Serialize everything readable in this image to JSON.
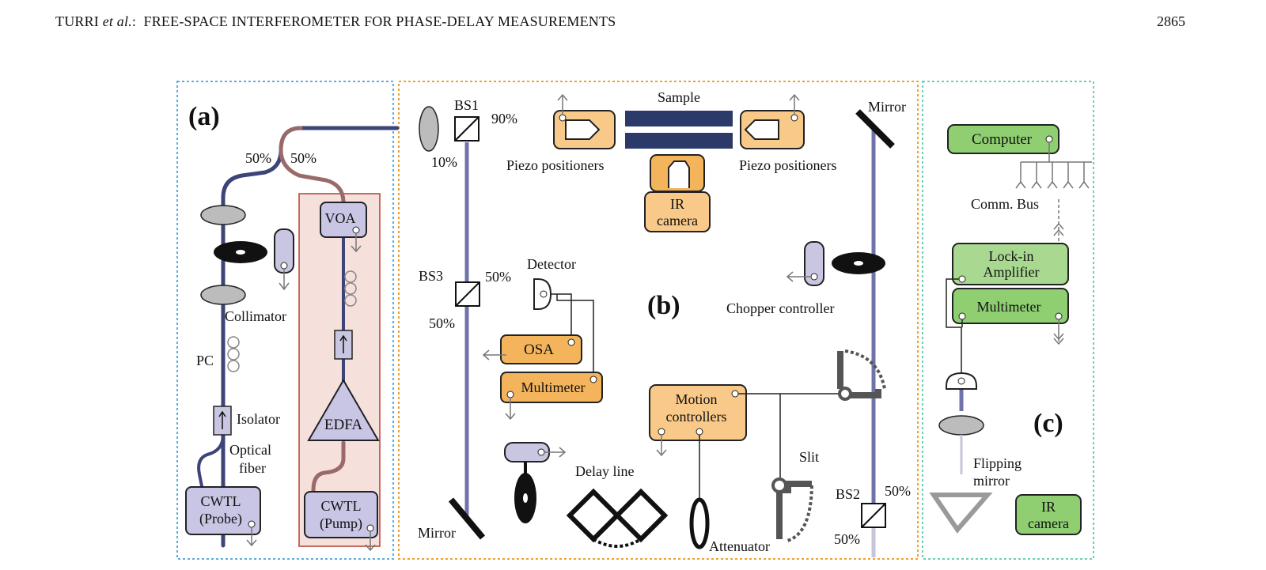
{
  "header": {
    "authors": "TURRI",
    "et_al": "et al.",
    "title": "FREE-SPACE INTERFEROMETER FOR PHASE-DELAY MEASUREMENTS",
    "page_number": "2865"
  },
  "figure": {
    "panel_labels": {
      "a": "(a)",
      "b": "(b)",
      "c": "(c)"
    },
    "splits": {
      "fiber_left": "50%",
      "fiber_right": "50%",
      "bs1_out": "90%",
      "bs1_down": "10%",
      "bs3_right": "50%",
      "bs3_down": "50%",
      "bs2_right": "50%",
      "bs2_down": "50%"
    },
    "labels": {
      "bs1": "BS1",
      "bs2": "BS2",
      "bs3": "BS3",
      "sample": "Sample",
      "mirror_top": "Mirror",
      "mirror_bottom": "Mirror",
      "piezo_left": "Piezo positioners",
      "piezo_right": "Piezo positioners",
      "ir_camera_b_line1": "IR",
      "ir_camera_b_line2": "camera",
      "detector": "Detector",
      "osa": "OSA",
      "multimeter_b": "Multimeter",
      "chopper_controller": "Chopper controller",
      "motion_line1": "Motion",
      "motion_line2": "controllers",
      "delay_line": "Delay line",
      "slit": "Slit",
      "attenuator": "Attenuator",
      "voa": "VOA",
      "edfa": "EDFA",
      "cwtl_probe_line1": "CWTL",
      "cwtl_probe_line2": "(Probe)",
      "cwtl_pump_line1": "CWTL",
      "cwtl_pump_line2": "(Pump)",
      "collimator": "Collimator",
      "pc": "PC",
      "isolator": "Isolator",
      "optical_fiber_line1": "Optical",
      "optical_fiber_line2": "fiber",
      "computer": "Computer",
      "comm_bus": "Comm. Bus",
      "lockin_line1": "Lock-in",
      "lockin_line2": "Amplifier",
      "multimeter_c": "Multimeter",
      "flipping_line1": "Flipping",
      "flipping_line2": "mirror",
      "ir_camera_c_line1": "IR",
      "ir_camera_c_line2": "camera"
    },
    "colors": {
      "panel_a_border": "#5aaee0",
      "panel_b_border": "#f0a030",
      "panel_c_border": "#6cd0b8",
      "orange_box": "#f9c98a",
      "orange_box_dark": "#f4b45c",
      "purple_box": "#c9c5e4",
      "green_box": "#8fcf72",
      "green_box_light": "#a9d991",
      "pump_background": "#f5e0dc",
      "pump_border": "#b04030",
      "sample_blue": "#2b3a68",
      "beam": "#6a6d9c"
    }
  }
}
